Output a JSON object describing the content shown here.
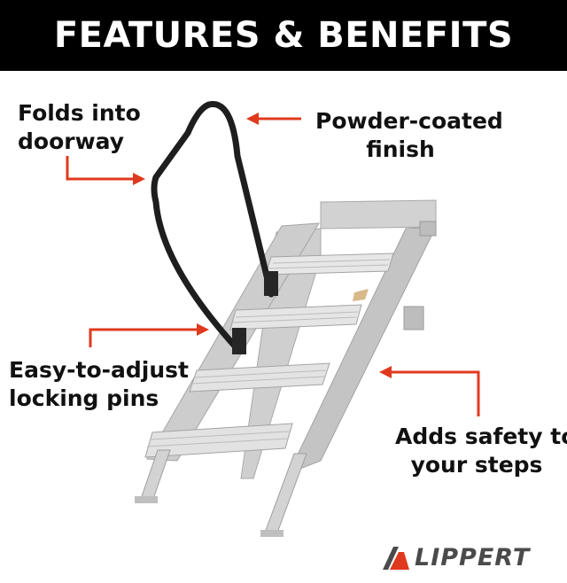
{
  "banner": {
    "title": "FEATURES & BENEFITS"
  },
  "callouts": {
    "folds": {
      "line1": "Folds into",
      "line2": "doorway"
    },
    "powder": {
      "line1": "Powder-coated",
      "line2": "finish"
    },
    "easy": {
      "line1": "Easy-to-adjust",
      "line2": "locking pins"
    },
    "adds": {
      "line1": "Adds safety to",
      "line2": "your steps"
    }
  },
  "brand": {
    "name": "LIPPERT"
  },
  "colors": {
    "arrow": "#e03a1e",
    "banner": "#000000",
    "steel": "#c9c9c9",
    "rail": "#1e1e1e",
    "logo": "#4a4a4a"
  },
  "icons": [
    "lippert-logo-icon",
    "arrow-icon"
  ]
}
